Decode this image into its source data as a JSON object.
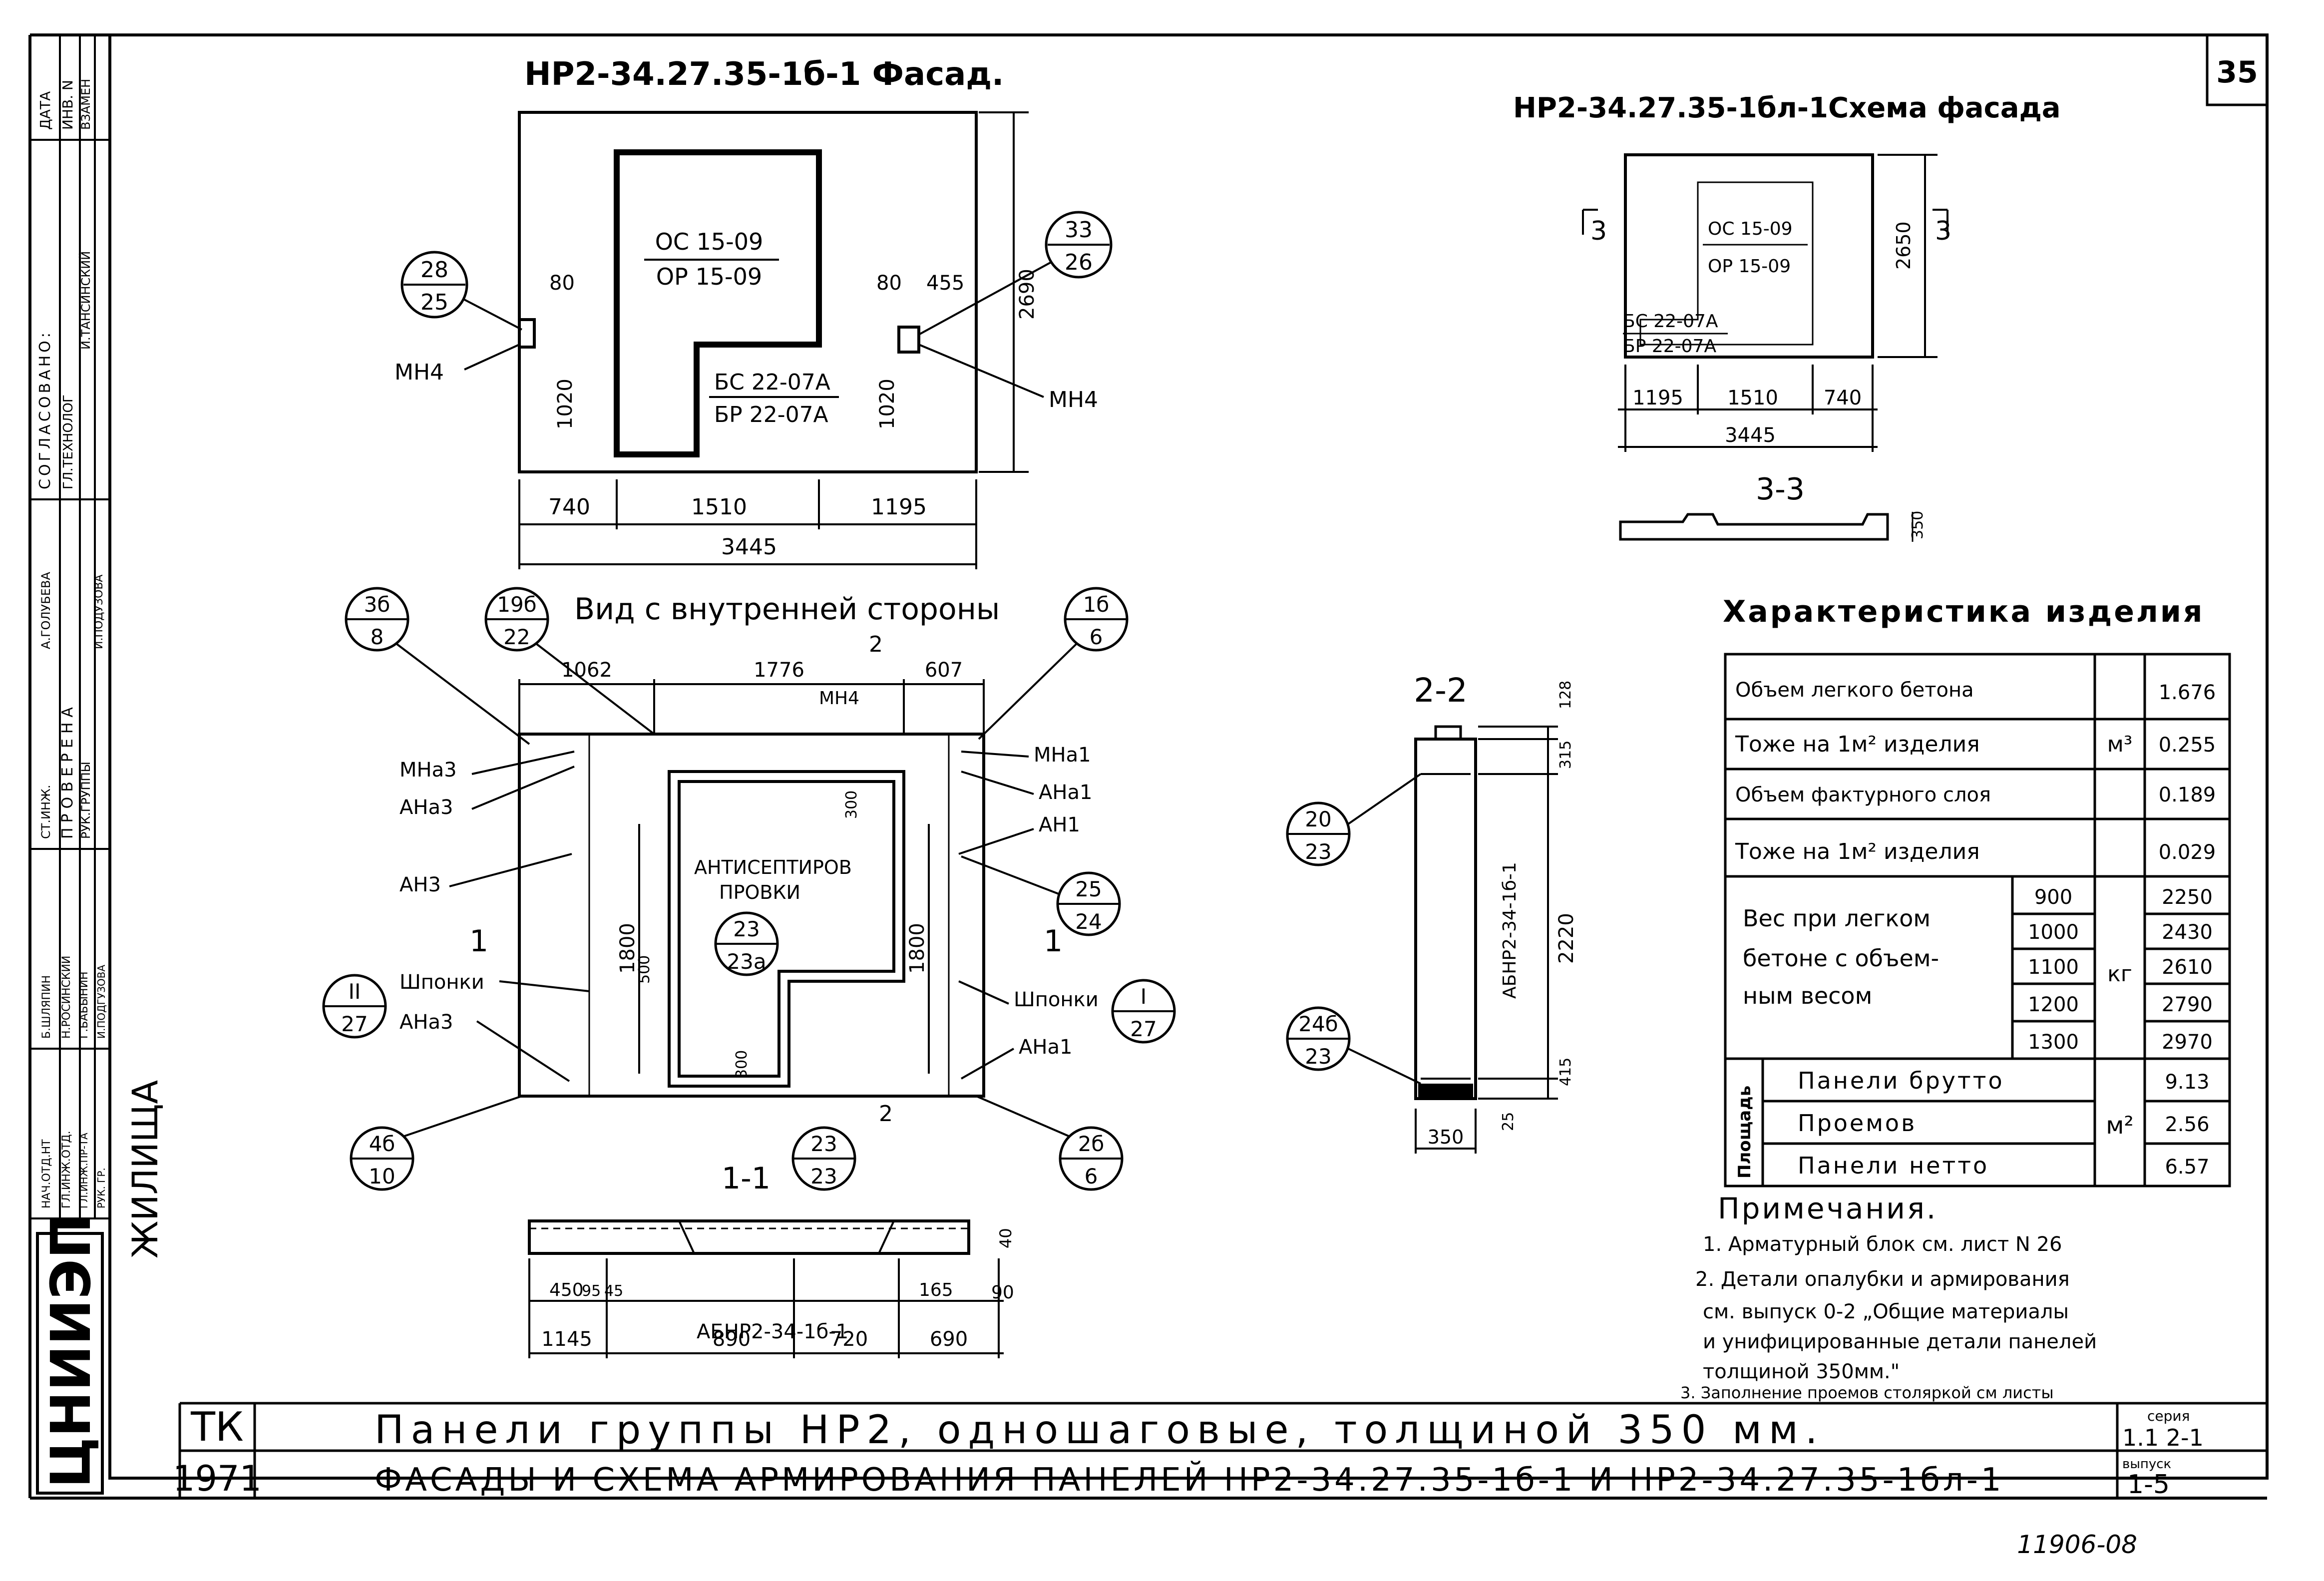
{
  "sheet_number": "35",
  "doc_code": "11906-08",
  "stamp": {
    "org": "ЦНИИЭП",
    "org_suffix": "ЖИЛИЩА",
    "series_code": "ТК",
    "year": "1971"
  },
  "title": {
    "line1": "Панели группы НР2, одношаговые, толщиной 350 мм.",
    "line2": "ФАСАДЫ И СХЕМА АРМИРОВАНИЯ ПАНЕЛЕЙ НР2-34.27.35-1б-1 И НР2-34.27.35-1бл-1"
  },
  "series_box": {
    "label_series": "серия",
    "series": "1.1 2-1",
    "label_issue": "выпуск",
    "issue": "1-5"
  },
  "left_strip": [
    "ДАТА",
    "ИНВ. N",
    "ВЗАМЕН",
    "СОГЛАСОВАНО:",
    "ГЛ.ТЕХНОЛОГ",
    "И.ТАНСИНСКИЙ",
    "ПРОВЕРЕНА",
    "РУК.ГРУППЫ",
    "И.ПОДУЗОВА",
    "А.ГОЛУБЕВА",
    "СТ.ИНЖ.",
    "Б.ШЛЯПИН",
    "Н.РОСИНСКИЙ",
    "Г.БАБЫНИН",
    "И.ПОДГУЗОВА",
    "НАЧ.ОТД.НТ",
    "ГЛ.ИНЖ.ОТД.",
    "ГЛ.ИНЖ.ПР-ТА",
    "РУК. ГР."
  ],
  "facade": {
    "title": "НР2-34.27.35-1б-1 Фасад.",
    "window": [
      "ОС 15-09",
      "ОР 15-09"
    ],
    "door": [
      "БС 22-07А",
      "БР 22-07А"
    ],
    "dims_bottom": [
      "740",
      "1510",
      "1195"
    ],
    "dim_total": "3445",
    "dim_height": "2690",
    "dims_left": [
      "80",
      "1020"
    ],
    "dims_right": [
      "80",
      "455",
      "1020"
    ],
    "callout_left": [
      "28",
      "25"
    ],
    "callout_right": [
      "33",
      "26"
    ],
    "mh_left": "МН4",
    "mh_right": "МН4"
  },
  "scheme": {
    "title": "НР2-34.27.35-1бл-1Схема фасада",
    "window": [
      "ОС 15-09",
      "ОР 15-09"
    ],
    "door": [
      "БС 22-07А",
      "БР 22-07А"
    ],
    "dims_bottom": [
      "1195",
      "1510",
      "740"
    ],
    "dim_total": "3445",
    "dim_height": "2650",
    "section_mark": "3",
    "section_title": "3-3",
    "section_dim": "350"
  },
  "inner_view": {
    "title": "Вид с внутренней стороны",
    "dims_top": [
      "1062",
      "1776",
      "607"
    ],
    "label_mh4": "МН4",
    "label_antiseptic": [
      "АНТИСЕПТИРОВ",
      "ПРОВКИ"
    ],
    "dim_1800_left": "1800",
    "dim_1800_right": "1800",
    "dim_500": "500",
    "dim_300": "300",
    "dim_300b": "300",
    "labels_left": [
      "МНа3",
      "АНа3",
      "АН3",
      "Шпонки",
      "АНа3"
    ],
    "labels_right": [
      "МНа1",
      "АНа1",
      "АН1",
      "Шпонки",
      "АНа1"
    ],
    "callouts": [
      [
        "3б",
        "8"
      ],
      [
        "19б",
        "22"
      ],
      [
        "1б",
        "6"
      ],
      [
        "25",
        "24"
      ],
      [
        "23",
        "23а"
      ],
      [
        "I",
        "27"
      ],
      [
        "II",
        "27"
      ],
      [
        "4б",
        "10"
      ],
      [
        "23",
        "23"
      ],
      [
        "2б",
        "6"
      ]
    ],
    "section_1": "1",
    "section_2": "2"
  },
  "section_11": {
    "title": "1-1",
    "label": "АБНР2-34-1б-1",
    "dims_top": [
      "450",
      "95",
      "45",
      "165",
      "90"
    ],
    "dims_bottom": [
      "1145",
      "890",
      "720",
      "690"
    ],
    "dim_40": "40"
  },
  "section_22": {
    "title": "2-2",
    "label": "АБНР2-34-1б-1",
    "dims": [
      "128",
      "315",
      "2220",
      "415",
      "25"
    ],
    "dim_width": "350",
    "callout_a": [
      "20",
      "23"
    ],
    "callout_b": [
      "24б",
      "23"
    ]
  },
  "characteristics": {
    "title": "Характеристика изделия",
    "rows": [
      {
        "label": "Объем легкого бетона",
        "unit": "",
        "value": "1.676"
      },
      {
        "label": "Тоже на 1м² изделия",
        "unit": "м³",
        "value": "0.255"
      },
      {
        "label": "Объем фактурного слоя",
        "unit": "",
        "value": "0.189"
      },
      {
        "label": "Тоже на 1м² изделия",
        "unit": "",
        "value": "0.029"
      }
    ],
    "weight_label": [
      "Вес при легком",
      "бетоне с объем-",
      "ным весом"
    ],
    "weight_unit": "кг",
    "weights": [
      [
        "900",
        "2250"
      ],
      [
        "1000",
        "2430"
      ],
      [
        "1100",
        "2610"
      ],
      [
        "1200",
        "2790"
      ],
      [
        "1300",
        "2970"
      ]
    ],
    "area_label": "Площадь",
    "area_unit": "м²",
    "areas": [
      [
        "Панели брутто",
        "9.13"
      ],
      [
        "Проемов",
        "2.56"
      ],
      [
        "Панели нетто",
        "6.57"
      ]
    ]
  },
  "notes": {
    "title": "Примечания.",
    "items": [
      "1. Арматурный блок см. лист N 26",
      "2. Детали опалубки и армирования",
      "см. выпуск 0-2 „Общие материалы",
      "и унифицированные детали панелей",
      "толщиной 350мм.\"",
      "3. Заполнение проемов столяркой см листы"
    ]
  }
}
